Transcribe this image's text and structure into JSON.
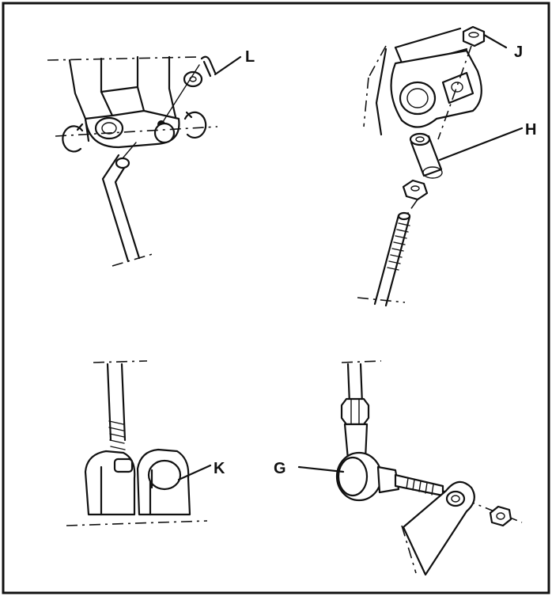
{
  "labels": {
    "L": "L",
    "J": "J",
    "H": "H",
    "K": "K",
    "G": "G"
  }
}
